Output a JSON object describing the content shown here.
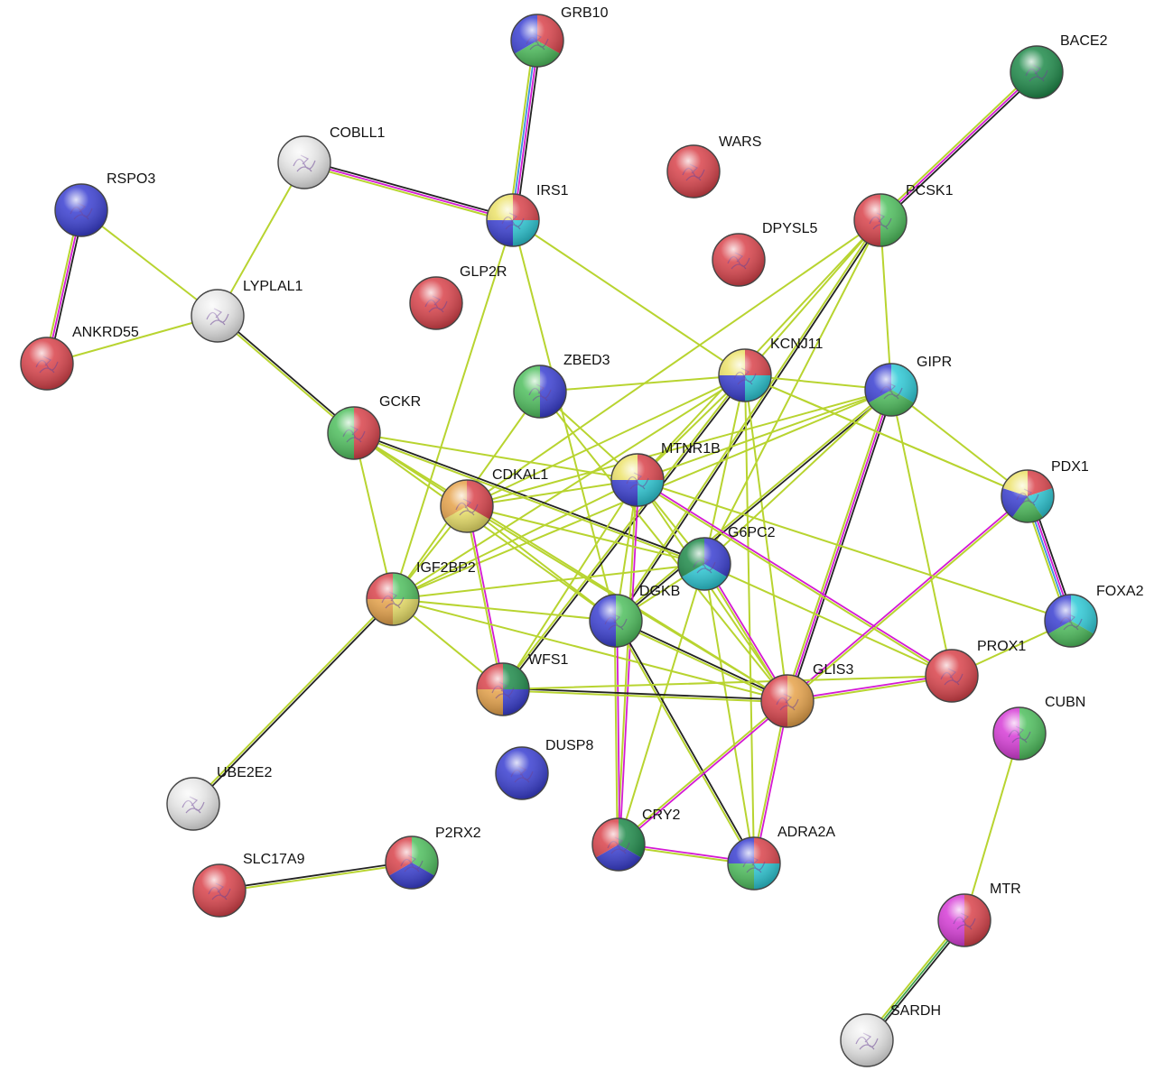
{
  "colors": {
    "red": "#d9434b",
    "green": "#4fbf5e",
    "blue": "#3a3fd1",
    "cyan": "#2ec9d6",
    "yellow": "#ece26a",
    "orange": "#e6a24a",
    "magenta": "#d63cd6",
    "darkgreen": "#1f8a4a",
    "white": "#e8e8e8",
    "edge_text": "#b8d430",
    "edge_black": "#222222",
    "edge_magenta": "#d419d4",
    "edge_blue": "#3b8fe0",
    "edge_green": "#3fa34d"
  },
  "nodes": [
    {
      "id": "GRB10",
      "label": "GRB10",
      "colors": [
        "red",
        "green",
        "blue"
      ]
    },
    {
      "id": "BACE2",
      "label": "BACE2",
      "colors": [
        "darkgreen"
      ]
    },
    {
      "id": "COBLL1",
      "label": "COBLL1",
      "colors": [
        "white"
      ]
    },
    {
      "id": "WARS",
      "label": "WARS",
      "colors": [
        "red"
      ]
    },
    {
      "id": "RSPO3",
      "label": "RSPO3",
      "colors": [
        "blue"
      ]
    },
    {
      "id": "IRS1",
      "label": "IRS1",
      "colors": [
        "red",
        "cyan",
        "blue",
        "yellow"
      ]
    },
    {
      "id": "PCSK1",
      "label": "PCSK1",
      "colors": [
        "green",
        "red"
      ]
    },
    {
      "id": "DPYSL5",
      "label": "DPYSL5",
      "colors": [
        "red"
      ]
    },
    {
      "id": "GLP2R",
      "label": "GLP2R",
      "colors": [
        "red"
      ]
    },
    {
      "id": "LYPLAL1",
      "label": "LYPLAL1",
      "colors": [
        "white"
      ]
    },
    {
      "id": "ANKRD55",
      "label": "ANKRD55",
      "colors": [
        "red"
      ]
    },
    {
      "id": "KCNJ11",
      "label": "KCNJ11",
      "colors": [
        "red",
        "cyan",
        "blue",
        "yellow"
      ]
    },
    {
      "id": "ZBED3",
      "label": "ZBED3",
      "colors": [
        "blue",
        "green"
      ]
    },
    {
      "id": "GIPR",
      "label": "GIPR",
      "colors": [
        "cyan",
        "green",
        "blue"
      ]
    },
    {
      "id": "GCKR",
      "label": "GCKR",
      "colors": [
        "red",
        "green"
      ]
    },
    {
      "id": "MTNR1B",
      "label": "MTNR1B",
      "colors": [
        "red",
        "cyan",
        "blue",
        "yellow"
      ]
    },
    {
      "id": "PDX1",
      "label": "PDX1",
      "colors": [
        "red",
        "cyan",
        "green",
        "blue",
        "yellow"
      ]
    },
    {
      "id": "CDKAL1",
      "label": "CDKAL1",
      "colors": [
        "red",
        "yellow",
        "orange"
      ]
    },
    {
      "id": "G6PC2",
      "label": "G6PC2",
      "colors": [
        "blue",
        "cyan",
        "darkgreen"
      ]
    },
    {
      "id": "IGF2BP2",
      "label": "IGF2BP2",
      "colors": [
        "green",
        "yellow",
        "orange",
        "red"
      ]
    },
    {
      "id": "DGKB",
      "label": "DGKB",
      "colors": [
        "green",
        "blue"
      ]
    },
    {
      "id": "FOXA2",
      "label": "FOXA2",
      "colors": [
        "cyan",
        "green",
        "blue"
      ]
    },
    {
      "id": "PROX1",
      "label": "PROX1",
      "colors": [
        "red"
      ]
    },
    {
      "id": "WFS1",
      "label": "WFS1",
      "colors": [
        "darkgreen",
        "blue",
        "orange",
        "red"
      ]
    },
    {
      "id": "GLIS3",
      "label": "GLIS3",
      "colors": [
        "orange",
        "red"
      ]
    },
    {
      "id": "CUBN",
      "label": "CUBN",
      "colors": [
        "green",
        "magenta"
      ]
    },
    {
      "id": "DUSP8",
      "label": "DUSP8",
      "colors": [
        "blue"
      ]
    },
    {
      "id": "UBE2E2",
      "label": "UBE2E2",
      "colors": [
        "white"
      ]
    },
    {
      "id": "CRY2",
      "label": "CRY2",
      "colors": [
        "darkgreen",
        "blue",
        "red"
      ]
    },
    {
      "id": "P2RX2",
      "label": "P2RX2",
      "colors": [
        "green",
        "blue",
        "red"
      ]
    },
    {
      "id": "ADRA2A",
      "label": "ADRA2A",
      "colors": [
        "red",
        "cyan",
        "green",
        "blue"
      ]
    },
    {
      "id": "SLC17A9",
      "label": "SLC17A9",
      "colors": [
        "red"
      ]
    },
    {
      "id": "MTR",
      "label": "MTR",
      "colors": [
        "red",
        "magenta"
      ]
    },
    {
      "id": "SARDH",
      "label": "SARDH",
      "colors": [
        "white"
      ]
    }
  ],
  "edges": [
    {
      "source": "GRB10",
      "target": "IRS1",
      "types": [
        "black",
        "magenta",
        "blue",
        "text"
      ]
    },
    {
      "source": "BACE2",
      "target": "PCSK1",
      "types": [
        "black",
        "magenta",
        "text"
      ]
    },
    {
      "source": "COBLL1",
      "target": "IRS1",
      "types": [
        "black",
        "magenta",
        "text"
      ]
    },
    {
      "source": "COBLL1",
      "target": "LYPLAL1",
      "types": [
        "text"
      ]
    },
    {
      "source": "RSPO3",
      "target": "ANKRD55",
      "types": [
        "black",
        "magenta",
        "text"
      ]
    },
    {
      "source": "RSPO3",
      "target": "LYPLAL1",
      "types": [
        "text"
      ]
    },
    {
      "source": "ANKRD55",
      "target": "LYPLAL1",
      "types": [
        "text"
      ]
    },
    {
      "source": "LYPLAL1",
      "target": "GCKR",
      "types": [
        "black",
        "text"
      ]
    },
    {
      "source": "IRS1",
      "target": "IGF2BP2",
      "types": [
        "text"
      ]
    },
    {
      "source": "IRS1",
      "target": "KCNJ11",
      "types": [
        "text"
      ]
    },
    {
      "source": "IRS1",
      "target": "DGKB",
      "types": [
        "text"
      ]
    },
    {
      "source": "PCSK1",
      "target": "KCNJ11",
      "types": [
        "text"
      ]
    },
    {
      "source": "PCSK1",
      "target": "CDKAL1",
      "types": [
        "text"
      ]
    },
    {
      "source": "PCSK1",
      "target": "MTNR1B",
      "types": [
        "text"
      ]
    },
    {
      "source": "PCSK1",
      "target": "DGKB",
      "types": [
        "black",
        "text"
      ]
    },
    {
      "source": "PCSK1",
      "target": "GIPR",
      "types": [
        "text"
      ]
    },
    {
      "source": "PCSK1",
      "target": "G6PC2",
      "types": [
        "text"
      ]
    },
    {
      "source": "KCNJ11",
      "target": "GIPR",
      "types": [
        "text"
      ]
    },
    {
      "source": "KCNJ11",
      "target": "CDKAL1",
      "types": [
        "text"
      ]
    },
    {
      "source": "KCNJ11",
      "target": "MTNR1B",
      "types": [
        "text"
      ]
    },
    {
      "source": "KCNJ11",
      "target": "IGF2BP2",
      "types": [
        "text"
      ]
    },
    {
      "source": "KCNJ11",
      "target": "WFS1",
      "types": [
        "black",
        "text"
      ]
    },
    {
      "source": "KCNJ11",
      "target": "GLIS3",
      "types": [
        "text"
      ]
    },
    {
      "source": "KCNJ11",
      "target": "PDX1",
      "types": [
        "text"
      ]
    },
    {
      "source": "KCNJ11",
      "target": "G6PC2",
      "types": [
        "text"
      ]
    },
    {
      "source": "KCNJ11",
      "target": "ADRA2A",
      "types": [
        "text"
      ]
    },
    {
      "source": "KCNJ11",
      "target": "ZBED3",
      "types": [
        "text"
      ]
    },
    {
      "source": "GIPR",
      "target": "GLIS3",
      "types": [
        "black",
        "magenta",
        "text"
      ]
    },
    {
      "source": "GIPR",
      "target": "CDKAL1",
      "types": [
        "text"
      ]
    },
    {
      "source": "GIPR",
      "target": "MTNR1B",
      "types": [
        "text"
      ]
    },
    {
      "source": "GIPR",
      "target": "IGF2BP2",
      "types": [
        "text"
      ]
    },
    {
      "source": "GIPR",
      "target": "DGKB",
      "types": [
        "black",
        "text"
      ]
    },
    {
      "source": "GIPR",
      "target": "PDX1",
      "types": [
        "text"
      ]
    },
    {
      "source": "GIPR",
      "target": "PROX1",
      "types": [
        "text"
      ]
    },
    {
      "source": "GIPR",
      "target": "G6PC2",
      "types": [
        "text"
      ]
    },
    {
      "source": "ZBED3",
      "target": "MTNR1B",
      "types": [
        "text"
      ]
    },
    {
      "source": "ZBED3",
      "target": "GLIS3",
      "types": [
        "text"
      ]
    },
    {
      "source": "ZBED3",
      "target": "IGF2BP2",
      "types": [
        "text"
      ]
    },
    {
      "source": "GCKR",
      "target": "CDKAL1",
      "types": [
        "text"
      ]
    },
    {
      "source": "GCKR",
      "target": "IGF2BP2",
      "types": [
        "text"
      ]
    },
    {
      "source": "GCKR",
      "target": "G6PC2",
      "types": [
        "black",
        "text"
      ]
    },
    {
      "source": "GCKR",
      "target": "MTNR1B",
      "types": [
        "text"
      ]
    },
    {
      "source": "GCKR",
      "target": "GLIS3",
      "types": [
        "text"
      ]
    },
    {
      "source": "GCKR",
      "target": "DGKB",
      "types": [
        "text"
      ]
    },
    {
      "source": "MTNR1B",
      "target": "CDKAL1",
      "types": [
        "text"
      ]
    },
    {
      "source": "MTNR1B",
      "target": "IGF2BP2",
      "types": [
        "text"
      ]
    },
    {
      "source": "MTNR1B",
      "target": "G6PC2",
      "types": [
        "text"
      ]
    },
    {
      "source": "MTNR1B",
      "target": "DGKB",
      "types": [
        "text"
      ]
    },
    {
      "source": "MTNR1B",
      "target": "CRY2",
      "types": [
        "magenta",
        "text"
      ]
    },
    {
      "source": "MTNR1B",
      "target": "GLIS3",
      "types": [
        "text"
      ]
    },
    {
      "source": "MTNR1B",
      "target": "PROX1",
      "types": [
        "magenta",
        "text"
      ]
    },
    {
      "source": "MTNR1B",
      "target": "WFS1",
      "types": [
        "text"
      ]
    },
    {
      "source": "CDKAL1",
      "target": "IGF2BP2",
      "types": [
        "text"
      ]
    },
    {
      "source": "CDKAL1",
      "target": "G6PC2",
      "types": [
        "text"
      ]
    },
    {
      "source": "CDKAL1",
      "target": "DGKB",
      "types": [
        "text"
      ]
    },
    {
      "source": "CDKAL1",
      "target": "GLIS3",
      "types": [
        "text"
      ]
    },
    {
      "source": "CDKAL1",
      "target": "WFS1",
      "types": [
        "magenta",
        "text"
      ]
    },
    {
      "source": "IGF2BP2",
      "target": "UBE2E2",
      "types": [
        "black",
        "text"
      ]
    },
    {
      "source": "IGF2BP2",
      "target": "G6PC2",
      "types": [
        "text"
      ]
    },
    {
      "source": "IGF2BP2",
      "target": "DGKB",
      "types": [
        "text"
      ]
    },
    {
      "source": "IGF2BP2",
      "target": "GLIS3",
      "types": [
        "text"
      ]
    },
    {
      "source": "IGF2BP2",
      "target": "WFS1",
      "types": [
        "text"
      ]
    },
    {
      "source": "G6PC2",
      "target": "GLIS3",
      "types": [
        "magenta",
        "text"
      ]
    },
    {
      "source": "G6PC2",
      "target": "DGKB",
      "types": [
        "text"
      ]
    },
    {
      "source": "G6PC2",
      "target": "CRY2",
      "types": [
        "text"
      ]
    },
    {
      "source": "G6PC2",
      "target": "ADRA2A",
      "types": [
        "text"
      ]
    },
    {
      "source": "G6PC2",
      "target": "PROX1",
      "types": [
        "text"
      ]
    },
    {
      "source": "DGKB",
      "target": "CRY2",
      "types": [
        "magenta",
        "text"
      ]
    },
    {
      "source": "DGKB",
      "target": "ADRA2A",
      "types": [
        "black",
        "text"
      ]
    },
    {
      "source": "DGKB",
      "target": "GLIS3",
      "types": [
        "black",
        "text"
      ]
    },
    {
      "source": "WFS1",
      "target": "GLIS3",
      "types": [
        "black",
        "text"
      ]
    },
    {
      "source": "GLIS3",
      "target": "PROX1",
      "types": [
        "magenta",
        "text"
      ]
    },
    {
      "source": "GLIS3",
      "target": "PDX1",
      "types": [
        "magenta",
        "text"
      ]
    },
    {
      "source": "GLIS3",
      "target": "CRY2",
      "types": [
        "magenta",
        "text"
      ]
    },
    {
      "source": "GLIS3",
      "target": "ADRA2A",
      "types": [
        "magenta",
        "text"
      ]
    },
    {
      "source": "PDX1",
      "target": "FOXA2",
      "types": [
        "black",
        "magenta",
        "blue",
        "text"
      ]
    },
    {
      "source": "PDX1",
      "target": "KCNJ11",
      "types": [
        "text"
      ]
    },
    {
      "source": "FOXA2",
      "target": "PROX1",
      "types": [
        "text"
      ]
    },
    {
      "source": "FOXA2",
      "target": "MTNR1B",
      "types": [
        "text"
      ]
    },
    {
      "source": "PROX1",
      "target": "WFS1",
      "types": [
        "text"
      ]
    },
    {
      "source": "CRY2",
      "target": "ADRA2A",
      "types": [
        "magenta",
        "text"
      ]
    },
    {
      "source": "CUBN",
      "target": "MTR",
      "types": [
        "text"
      ]
    },
    {
      "source": "MTR",
      "target": "SARDH",
      "types": [
        "black",
        "green",
        "text"
      ]
    },
    {
      "source": "SLC17A9",
      "target": "P2RX2",
      "types": [
        "black",
        "text"
      ]
    }
  ]
}
